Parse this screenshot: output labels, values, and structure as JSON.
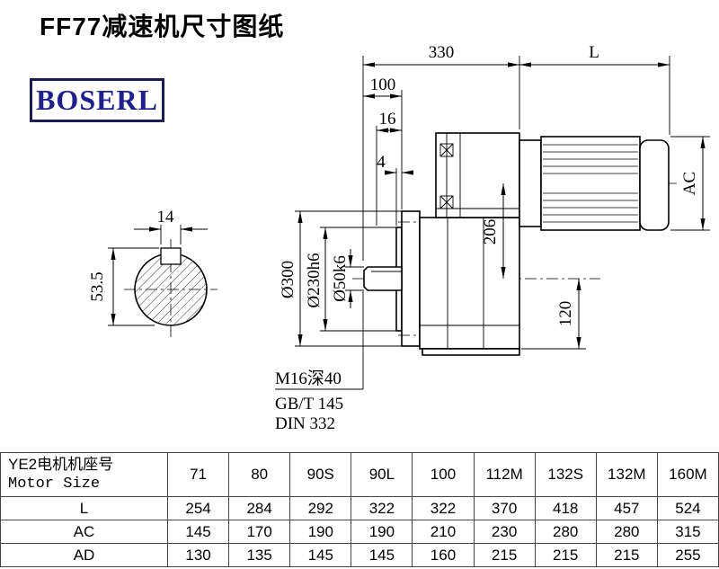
{
  "page": {
    "title": "FF77减速机尺寸图纸"
  },
  "logo": {
    "text": "BOSERL",
    "color": "#20208a"
  },
  "drawing": {
    "dimensions": {
      "gearbox_length": "330",
      "motor_length": "L",
      "shaft_length": "100",
      "flange_thickness": "16",
      "spigot_depth": "4",
      "motor_diameter": "AC",
      "center_height": "206",
      "foot_height": "120",
      "flange_od": "Ø300",
      "spigot_diameter": "Ø230h6",
      "shaft_diameter": "Ø50k6",
      "keyway_width": "14",
      "keyway_height": "53.5"
    },
    "notes": {
      "tap_hole": "M16深40",
      "gb_standard": "GB/T 145",
      "din_standard": "DIN 332"
    }
  },
  "table": {
    "header_cn": "YE2电机机座号",
    "header_en": "Motor Size",
    "sizes": [
      "71",
      "80",
      "90S",
      "90L",
      "100",
      "112M",
      "132S",
      "132M",
      "160M"
    ],
    "rows": [
      {
        "label": "L",
        "values": [
          "254",
          "284",
          "292",
          "322",
          "322",
          "370",
          "418",
          "457",
          "524"
        ]
      },
      {
        "label": "AC",
        "values": [
          "145",
          "170",
          "190",
          "190",
          "210",
          "230",
          "280",
          "280",
          "315"
        ]
      },
      {
        "label": "AD",
        "values": [
          "130",
          "135",
          "145",
          "145",
          "160",
          "215",
          "215",
          "215",
          "255"
        ]
      }
    ]
  }
}
